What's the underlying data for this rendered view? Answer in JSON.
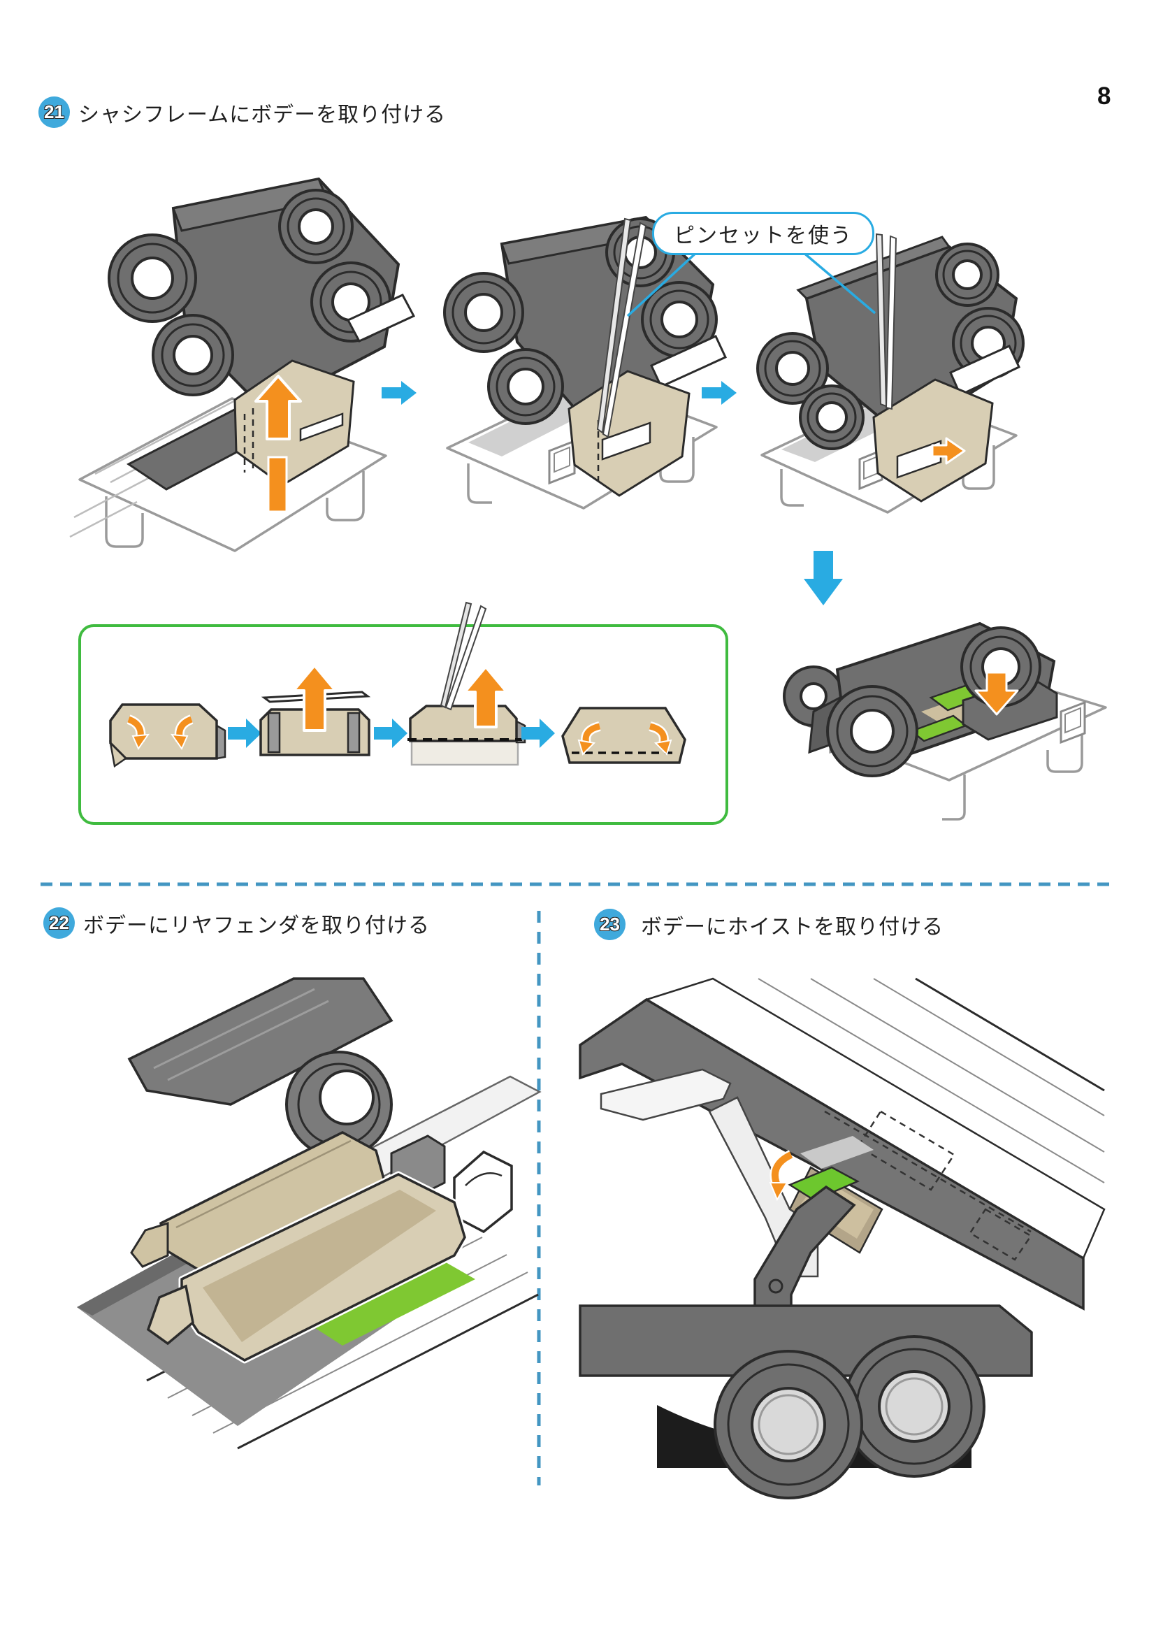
{
  "page": {
    "number": "8"
  },
  "steps": [
    {
      "number": "21",
      "title": "シャシフレームにボデーを取り付ける"
    },
    {
      "number": "22",
      "title": "ボデーにリヤフェンダを取り付ける"
    },
    {
      "number": "23",
      "title": "ボデーにホイストを取り付ける"
    }
  ],
  "callout": {
    "text": "ピンセットを使う"
  },
  "icons": {
    "blue-right-arrow": "next-step arrow",
    "blue-down-arrow": "next-step arrow",
    "orange-up-arrow": "insert direction arrow",
    "orange-down-arrow": "attach direction arrow",
    "orange-curved-arrow": "fold direction arrow",
    "tweezers": "tweezers tool line art"
  },
  "colors": {
    "accent_blue": "#29ABE2",
    "badge_blue": "#3FA9DC",
    "dash_blue": "#4396C2",
    "orange": "#F4901E",
    "green_border": "#3FBB3F",
    "green_highlight": "#7FC832",
    "body_gray": "#6F6F6F",
    "outline_dark": "#2B2B2B",
    "lineart_gray": "#9A9A9A",
    "tan_paper": "#D8CEB4"
  }
}
